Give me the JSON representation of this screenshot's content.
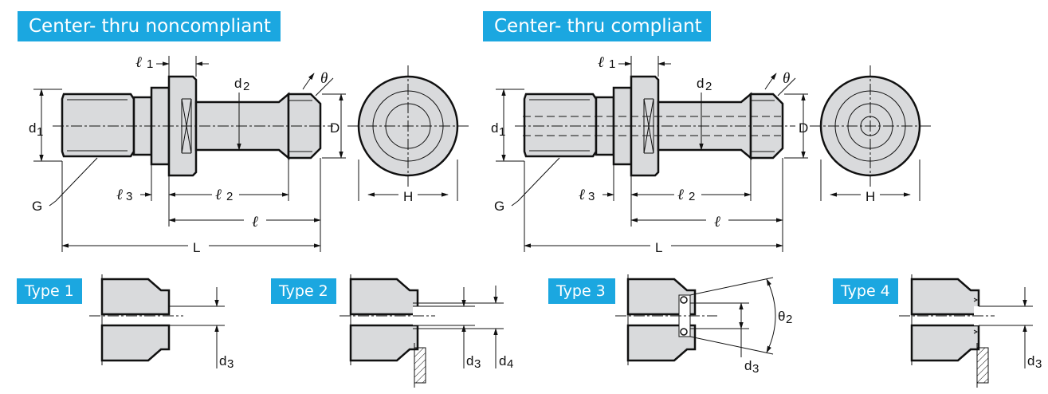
{
  "headers": {
    "noncompliant": "Center- thru noncompliant",
    "compliant": "Center- thru compliant"
  },
  "types": [
    "Type 1",
    "Type 2",
    "Type 3",
    "Type 4"
  ],
  "dims": {
    "l1": "ℓ",
    "l1_sub": "1",
    "l2": "ℓ",
    "l2_sub": "2",
    "l3": "ℓ",
    "l3_sub": "3",
    "l": "ℓ",
    "L": "L",
    "d1": "d",
    "d1_sub": "1",
    "d2": "d",
    "d2_sub": "2",
    "d3": "d",
    "d3_sub": "3",
    "d4": "d",
    "d4_sub": "4",
    "D": "D",
    "H": "H",
    "G": "G",
    "theta": "θ",
    "theta2": "θ",
    "theta2_sub": "2"
  },
  "colors": {
    "accent": "#1ba7e0",
    "part_fill": "#d9dadc"
  }
}
